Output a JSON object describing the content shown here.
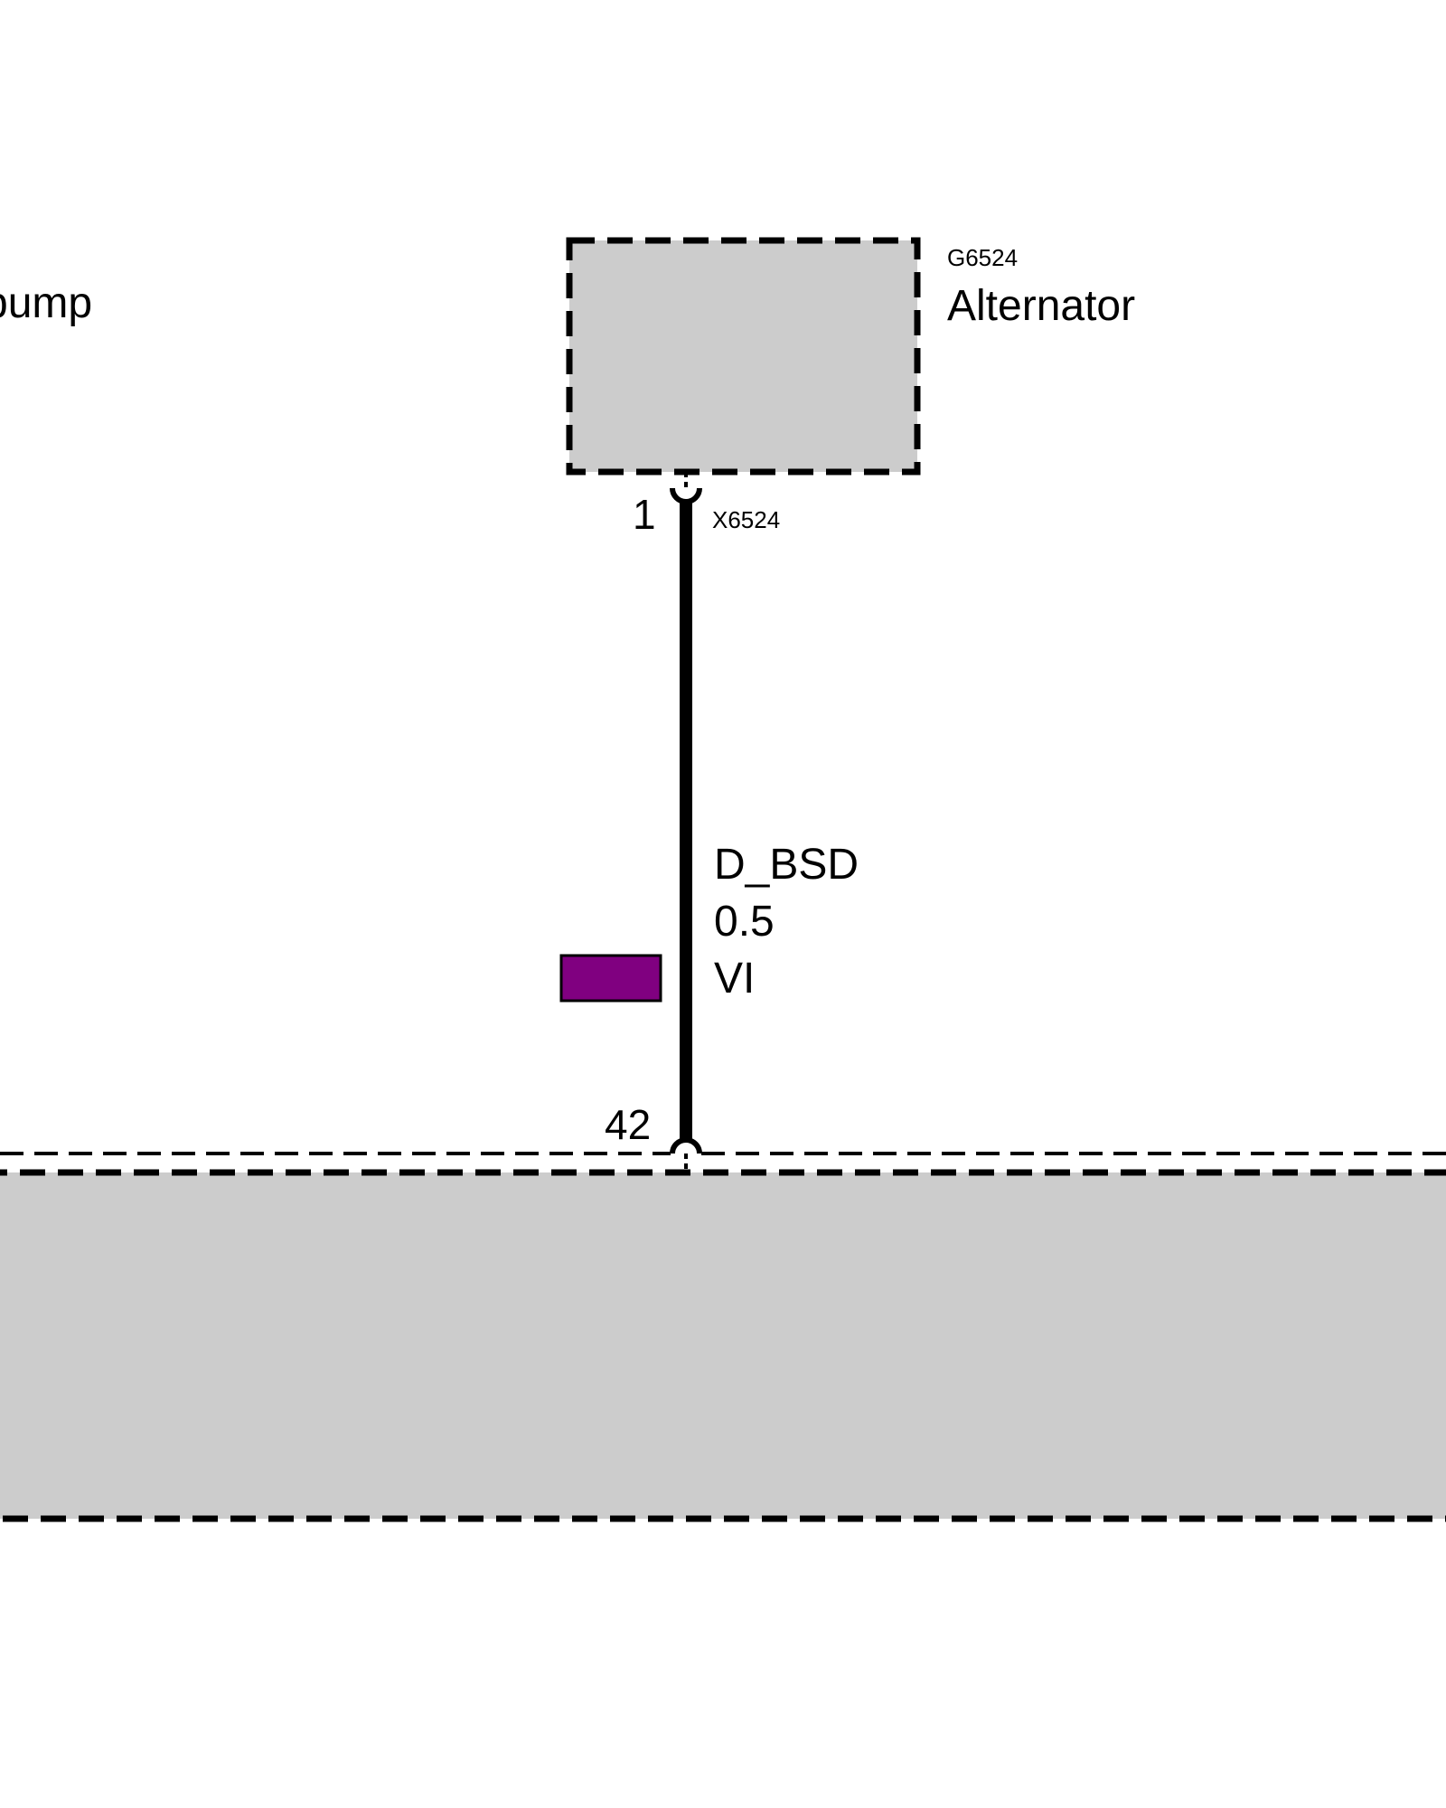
{
  "components": {
    "left_partial": {
      "label": "pump"
    },
    "alternator": {
      "id": "G6524",
      "name": "Alternator",
      "fill": "#cccccc"
    },
    "lower_module": {
      "fill": "#cccccc"
    }
  },
  "connectors": {
    "alternator_connector": {
      "id": "X6524",
      "pin": "1"
    },
    "module_connector": {
      "pin": "42"
    }
  },
  "wire": {
    "signal": "D_BSD",
    "cross_section": "0.5",
    "color_code": "VI",
    "color_swatch": "#800080"
  }
}
